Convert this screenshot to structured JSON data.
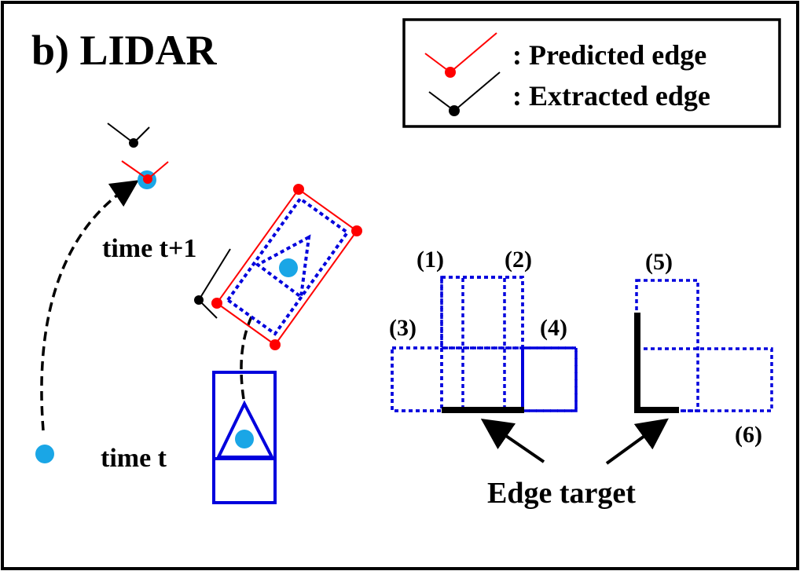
{
  "title": "b) LIDAR",
  "legend": {
    "predicted_label": ": Predicted edge",
    "extracted_label": ": Extracted edge",
    "predicted_color": "#ff0000",
    "extracted_color": "#000000"
  },
  "labels": {
    "time_t": "time t",
    "time_t1": "time t+1",
    "edge_target": "Edge target"
  },
  "cases": [
    "(1)",
    "(2)",
    "(3)",
    "(4)",
    "(5)",
    "(6)"
  ],
  "colors": {
    "vehicle_blue": "#0000dd",
    "point_cyan": "#1aa6e6",
    "predicted_red": "#ff0000",
    "extracted_black": "#000000"
  }
}
